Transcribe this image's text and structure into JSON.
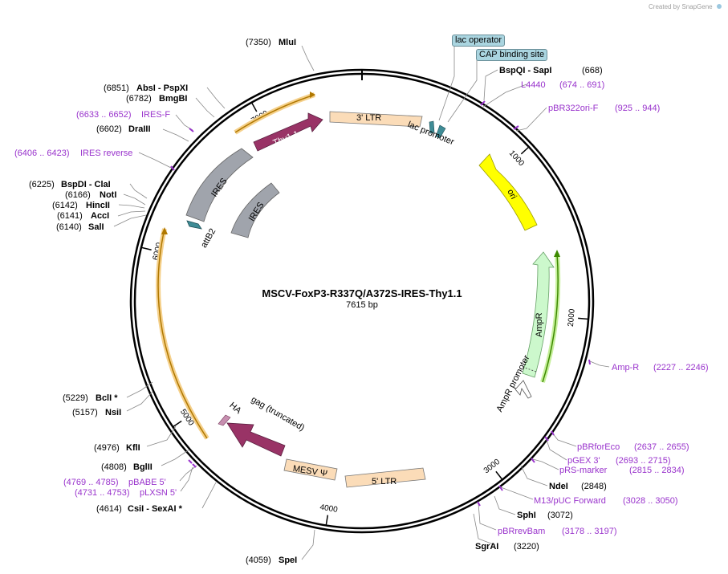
{
  "credit": "Created by SnapGene",
  "plasmid": {
    "name": "MSCV-FoxP3-R337Q/A372S-IRES-Thy1.1",
    "size": "7615 bp",
    "length": 7615
  },
  "ticks": [
    {
      "bp": 1000,
      "label": "1000"
    },
    {
      "bp": 2000,
      "label": "2000"
    },
    {
      "bp": 3000,
      "label": "3000"
    },
    {
      "bp": 4000,
      "label": "4000"
    },
    {
      "bp": 5000,
      "label": "5000"
    },
    {
      "bp": 6000,
      "label": "6000"
    },
    {
      "bp": 7000,
      "label": "7000"
    }
  ],
  "sites": [
    {
      "pos": "(7350)",
      "name": "MluI"
    },
    {
      "pos": "(668)",
      "name": "BspQI  - SapI"
    },
    {
      "pos": "(2848)",
      "name": "NdeI"
    },
    {
      "pos": "(3072)",
      "name": "SphI"
    },
    {
      "pos": "(3220)",
      "name": "SgrAI"
    },
    {
      "pos": "(4059)",
      "name": "SpeI"
    },
    {
      "pos": "(4614)",
      "name": "CsiI  - SexAI *"
    },
    {
      "pos": "(4808)",
      "name": "BglII"
    },
    {
      "pos": "(4976)",
      "name": "KflI"
    },
    {
      "pos": "(5157)",
      "name": "NsiI"
    },
    {
      "pos": "(5229)",
      "name": "BclI *"
    },
    {
      "pos": "(6140)",
      "name": "SalI"
    },
    {
      "pos": "(6141)",
      "name": "AccI"
    },
    {
      "pos": "(6142)",
      "name": "HincII"
    },
    {
      "pos": "(6166)",
      "name": "NotI"
    },
    {
      "pos": "(6225)",
      "name": "BspDI  - ClaI"
    },
    {
      "pos": "(6602)",
      "name": "DraIII"
    },
    {
      "pos": "(6782)",
      "name": "BmgBI"
    },
    {
      "pos": "(6851)",
      "name": "AbsI   - PspXI"
    }
  ],
  "primers": [
    {
      "name": "L4440",
      "range": "(674 .. 691)"
    },
    {
      "name": "pBR322ori-F",
      "range": "(925 .. 944)"
    },
    {
      "name": "Amp-R",
      "range": "(2227 .. 2246)"
    },
    {
      "name": "pBRforEco",
      "range": "(2637 .. 2655)"
    },
    {
      "name": "pGEX 3'",
      "range": "(2693 .. 2715)"
    },
    {
      "name": "pRS-marker",
      "range": "(2815 .. 2834)"
    },
    {
      "name": "M13/pUC Forward",
      "range": "(3028 .. 3050)"
    },
    {
      "name": "pBRrevBam",
      "range": "(3178 .. 3197)"
    },
    {
      "name": "pBABE 5'",
      "range": "(4769 .. 4785)"
    },
    {
      "name": "pLXSN 5'",
      "range": "(4731 .. 4753)"
    },
    {
      "name": "IRES-F",
      "range": "(6633 .. 6652)"
    },
    {
      "name": "IRES reverse",
      "range": "(6406 .. 6423)"
    }
  ],
  "features": [
    {
      "name": "3' LTR",
      "color": "#fbdcb8"
    },
    {
      "name": "lac promoter",
      "color": "#3f8c96"
    },
    {
      "name": "ori",
      "color": "#ffff00"
    },
    {
      "name": "AmpR",
      "color": "#ccf8cc"
    },
    {
      "name": "AmpR promoter",
      "color": "#ffffff"
    },
    {
      "name": "5' LTR",
      "color": "#fbdcb8"
    },
    {
      "name": "MESV Ψ",
      "color": "#fbdcb8"
    },
    {
      "name": "gag (truncated)",
      "color": "#993366"
    },
    {
      "name": "HA",
      "color": "#c78fb0"
    },
    {
      "name": "IRES",
      "color": "#a0a4ac"
    },
    {
      "name": "IRES",
      "color": "#a0a4ac"
    },
    {
      "name": "Thy1.1",
      "color": "#993366"
    },
    {
      "name": "attB2",
      "color": "#3f8c96"
    }
  ],
  "box_labels": [
    "lac operator",
    "CAP binding site"
  ]
}
